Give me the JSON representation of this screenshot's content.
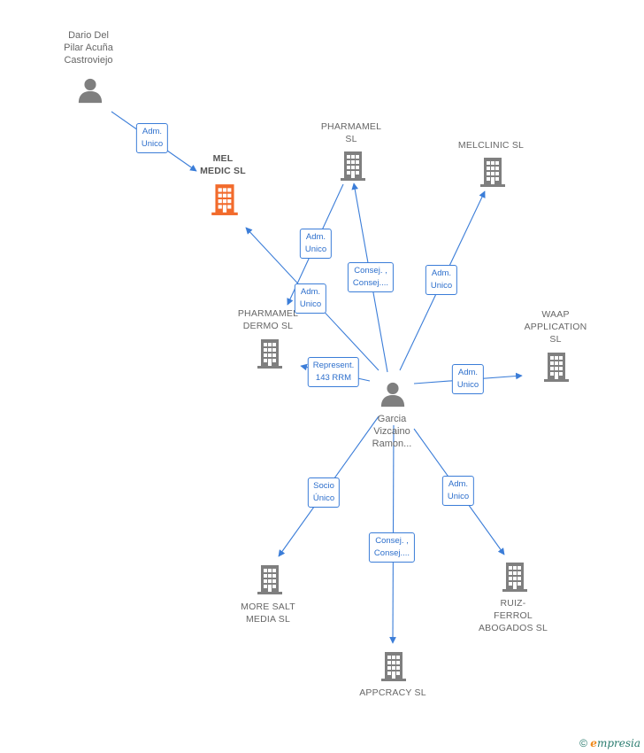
{
  "colors": {
    "edge": "#3b7dd8",
    "company_icon": "#7f7f7f",
    "person_icon": "#7f7f7f",
    "highlight_icon": "#f26b2c"
  },
  "nodes": {
    "dario": {
      "label_lines": [
        "Dario Del",
        "Pilar Acuña",
        "Castroviejo"
      ],
      "type": "person"
    },
    "mel_medic": {
      "label_lines": [
        "MEL",
        "MEDIC  SL"
      ],
      "type": "company-highlight"
    },
    "pharmamel": {
      "label_lines": [
        "PHARMAMEL",
        "SL"
      ],
      "type": "company"
    },
    "melclinic": {
      "label_lines": [
        "MELCLINIC  SL"
      ],
      "type": "company"
    },
    "pharm_dermo": {
      "label_lines": [
        "PHARMAMEL",
        "DERMO  SL"
      ],
      "type": "company"
    },
    "waap": {
      "label_lines": [
        "WAAP",
        "APPLICATION",
        "SL"
      ],
      "type": "company"
    },
    "garcia": {
      "label_lines": [
        "Garcia",
        "Vizcaino",
        "Ramon..."
      ],
      "type": "person"
    },
    "more_salt": {
      "label_lines": [
        "MORE SALT",
        "MEDIA  SL"
      ],
      "type": "company"
    },
    "appcracy": {
      "label_lines": [
        "APPCRACY  SL"
      ],
      "type": "company"
    },
    "ruiz": {
      "label_lines": [
        "RUIZ-",
        "FERROL",
        "ABOGADOS  SL"
      ],
      "type": "company"
    }
  },
  "edges": [
    {
      "id": "dario-melmedic",
      "label_lines": [
        "Adm.",
        "Unico"
      ]
    },
    {
      "id": "garcia-melmedic",
      "label_lines": [
        "Adm.",
        "Unico"
      ]
    },
    {
      "id": "pharmamel-dermo",
      "label_lines": [
        "Adm.",
        "Unico"
      ]
    },
    {
      "id": "garcia-pharmamel",
      "label_lines": [
        "Consej. ,",
        "Consej...."
      ]
    },
    {
      "id": "garcia-melclinic",
      "label_lines": [
        "Adm.",
        "Unico"
      ]
    },
    {
      "id": "garcia-dermo",
      "label_lines": [
        "Represent.",
        "143 RRM"
      ]
    },
    {
      "id": "garcia-waap",
      "label_lines": [
        "Adm.",
        "Unico"
      ]
    },
    {
      "id": "garcia-moresalt",
      "label_lines": [
        "Socio",
        "Único"
      ]
    },
    {
      "id": "garcia-appcracy",
      "label_lines": [
        "Consej. ,",
        "Consej...."
      ]
    },
    {
      "id": "garcia-ruiz",
      "label_lines": [
        "Adm.",
        "Unico"
      ]
    }
  ],
  "footer": {
    "copyright": "©",
    "brand_first": "e",
    "brand_rest": "mpresia"
  }
}
